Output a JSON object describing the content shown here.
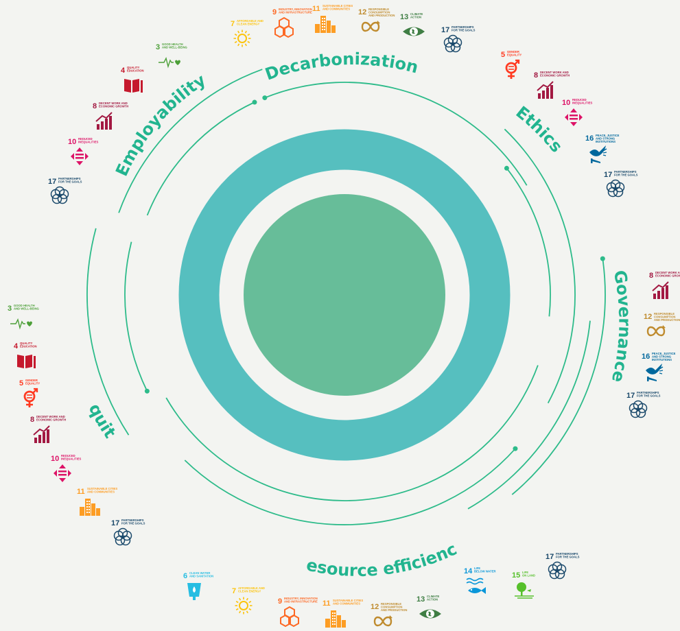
{
  "colors": {
    "ring": "#56bfbf",
    "core": "#67bd99",
    "arc": "#2dbb8a",
    "theme_text": "#22b48f",
    "sdg": {
      "3": "#4c9f38",
      "4": "#c5192d",
      "5": "#ff3a21",
      "6": "#26bde2",
      "7": "#fcc30b",
      "8": "#a21942",
      "9": "#fd6925",
      "10": "#dd1367",
      "11": "#fd9d24",
      "12": "#bf8b2e",
      "13": "#3f7e44",
      "14": "#0a97d9",
      "15": "#56c02b",
      "16": "#00689d",
      "17": "#19486a"
    }
  },
  "themes": {
    "decarbonization": "Decarbonization",
    "employability": "Employability",
    "ethics": "Ethics",
    "governance": "Governance",
    "equity": "Equity",
    "resource_efficiency": "Resource efficiency"
  },
  "goals": {
    "3": {
      "number": "3",
      "line1": "GOOD HEALTH",
      "line2": "AND WELL-BEING",
      "line3": "",
      "icon": "heartbeat-icon"
    },
    "4": {
      "number": "4",
      "line1": "QUALITY",
      "line2": "EDUCATION",
      "line3": "",
      "icon": "book-icon"
    },
    "5": {
      "number": "5",
      "line1": "GENDER",
      "line2": "EQUALITY",
      "line3": "",
      "icon": "gender-icon"
    },
    "6": {
      "number": "6",
      "line1": "CLEAN WATER",
      "line2": "AND SANITATION",
      "line3": "",
      "icon": "water-icon"
    },
    "7": {
      "number": "7",
      "line1": "AFFORDABLE AND",
      "line2": "CLEAN ENERGY",
      "line3": "",
      "icon": "sun-icon"
    },
    "8": {
      "number": "8",
      "line1": "DECENT WORK AND",
      "line2": "ECONOMIC GROWTH",
      "line3": "",
      "icon": "growth-chart-icon"
    },
    "9": {
      "number": "9",
      "line1": "INDUSTRY, INNOVATION",
      "line2": "AND INFRASTRUCTURE",
      "line3": "",
      "icon": "cubes-icon"
    },
    "10": {
      "number": "10",
      "line1": "REDUCED",
      "line2": "INEQUALITIES",
      "line3": "",
      "icon": "inequality-icon"
    },
    "11": {
      "number": "11",
      "line1": "SUSTAINABLE CITIES",
      "line2": "AND COMMUNITIES",
      "line3": "",
      "icon": "city-icon"
    },
    "12": {
      "number": "12",
      "line1": "RESPONSIBLE",
      "line2": "CONSUMPTION",
      "line3": "AND PRODUCTION",
      "icon": "infinity-icon"
    },
    "13": {
      "number": "13",
      "line1": "CLIMATE",
      "line2": "ACTION",
      "line3": "",
      "icon": "eye-globe-icon"
    },
    "14": {
      "number": "14",
      "line1": "LIFE",
      "line2": "BELOW WATER",
      "line3": "",
      "icon": "fish-icon"
    },
    "15": {
      "number": "15",
      "line1": "LIFE",
      "line2": "ON LAND",
      "line3": "",
      "icon": "tree-icon"
    },
    "16": {
      "number": "16",
      "line1": "PEACE, JUSTICE",
      "line2": "AND STRONG",
      "line3": "INSTITUTIONS",
      "icon": "dove-icon"
    },
    "17": {
      "number": "17",
      "line1": "PARTNERSHIPS",
      "line2": "FOR THE GOALS",
      "line3": "",
      "icon": "rings-icon"
    }
  },
  "theme_goals": {
    "decarbonization": [
      "7",
      "9",
      "11",
      "12",
      "13",
      "17"
    ],
    "employability": [
      "3",
      "4",
      "8",
      "10",
      "17"
    ],
    "ethics": [
      "5",
      "8",
      "10",
      "16",
      "17"
    ],
    "governance": [
      "8",
      "12",
      "16",
      "17"
    ],
    "equity": [
      "3",
      "4",
      "5",
      "8",
      "10",
      "11",
      "17"
    ],
    "resource_efficiency": [
      "6",
      "7",
      "9",
      "11",
      "12",
      "13",
      "14",
      "15",
      "17"
    ]
  }
}
